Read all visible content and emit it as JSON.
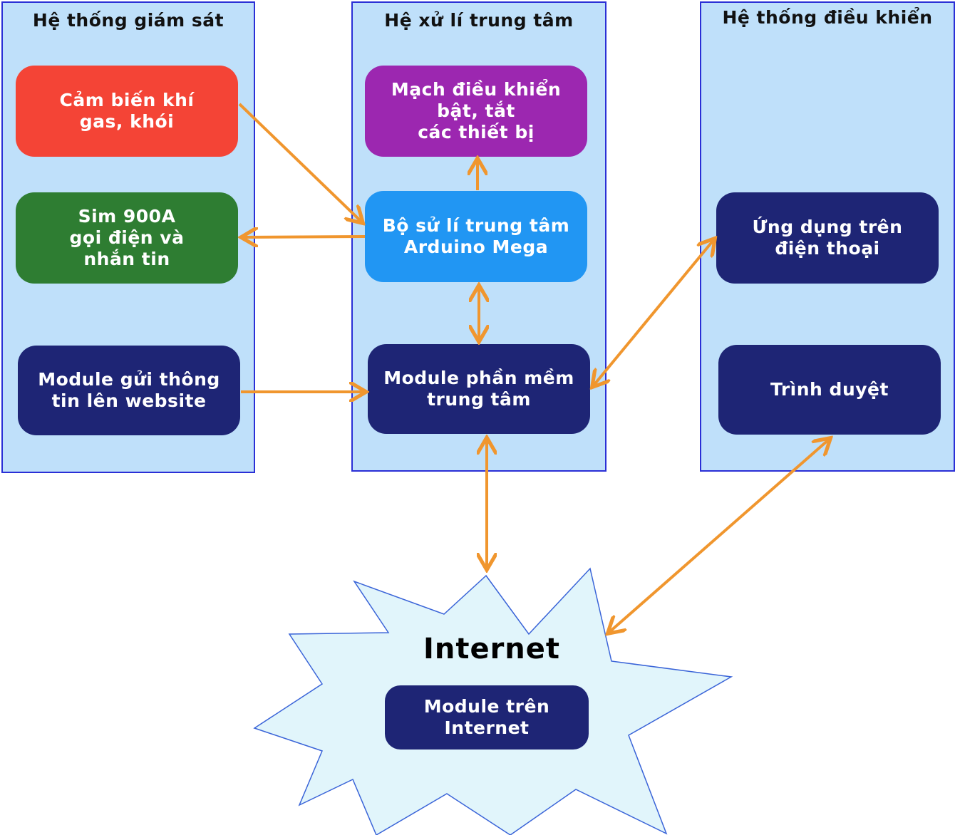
{
  "panels": {
    "monitor": {
      "title": "Hệ thống giám sát"
    },
    "central": {
      "title": "Hệ xử lí trung tâm"
    },
    "control": {
      "title": "Hệ thống điều khiển"
    }
  },
  "boxes": {
    "gas_sensor": "Cảm biến khí\ngas, khói",
    "sim900": "Sim 900A\ngọi điện và\nnhắn tin",
    "web_module": "Module gửi thông\ntin lên website",
    "switch_circuit": "Mạch điều khiển\nbật, tắt\ncác thiết bị",
    "arduino": "Bộ sử lí trung tâm\nArduino Mega",
    "software_module": "Module phần mềm\ntrung tâm",
    "phone_app": "Ứng dụng trên\nđiện thoại",
    "browser": "Trình duyệt",
    "internet_module": "Module trên\nInternet"
  },
  "internet": {
    "label": "Internet"
  },
  "colors": {
    "panel_bg": "#bfe0fa",
    "panel_border": "#2a2fd6",
    "arrow": "#f0962e",
    "gas_sensor": "#f44436",
    "sim900": "#2e7d32",
    "switch_circuit": "#9c27b0",
    "arduino": "#2196f3",
    "navy": "#1e2575",
    "starburst": "#e1f5fb"
  }
}
